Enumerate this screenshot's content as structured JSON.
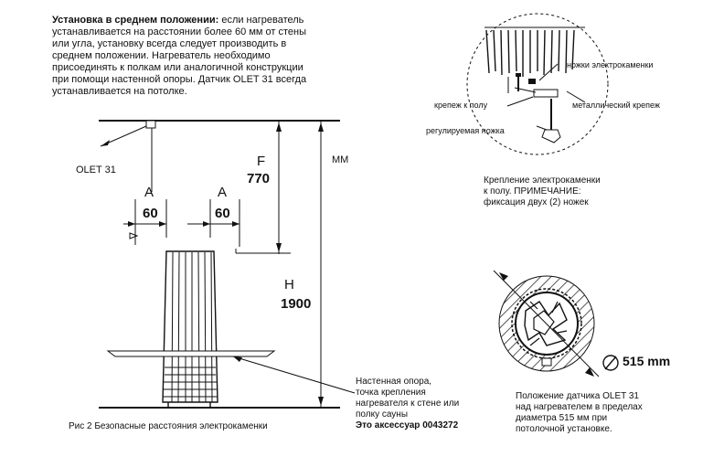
{
  "intro": {
    "title": "Установка в среднем положении:",
    "lines_first": " если нагреватель",
    "lines": [
      "устанавливается на расстоянии более 60 мм от стены",
      "или угла, установку всегда следует производить в",
      "среднем положении. Нагреватель необходимо",
      "присоединять к полкам или аналогичной конструкции",
      "при помощи настенной опоры. Датчик OLET 31 всегда",
      "устанавливается на потолке."
    ]
  },
  "labels": {
    "sensor": "OLET 31",
    "dim_a_letter_left": "A",
    "dim_a_value_left": "60",
    "dim_a_letter_right": "A",
    "dim_a_value_right": "60",
    "dim_f_letter": "F",
    "dim_f_value": "770",
    "unit_mm": "MM",
    "dim_h_letter": "H",
    "dim_h_value": "1900"
  },
  "detail": {
    "legs": "ножки электрокаменки",
    "floor_mount": "крепеж к полу",
    "metal_mount": "металлический крепеж",
    "adjust_leg": "регулируемая ножка",
    "caption": [
      "Крепление электрокаменки",
      "к полу. ПРИМЕЧАНИЕ:",
      "фиксация двух (2) ножек"
    ]
  },
  "wall_support": {
    "lines": [
      "Настенная опора,",
      "точка крепления",
      "нагревателя к стене или",
      "полку сауны"
    ],
    "accessory": "Это аксессуар 0043272"
  },
  "sensor_position": {
    "diameter": "515 mm",
    "lines": [
      "Положение датчика OLET 31",
      "над нагревателем в пределах",
      "диаметра 515 мм при",
      "потолочной установке."
    ]
  },
  "figure_caption": "Рис  2  Безопасные расстояния электрокаменки"
}
